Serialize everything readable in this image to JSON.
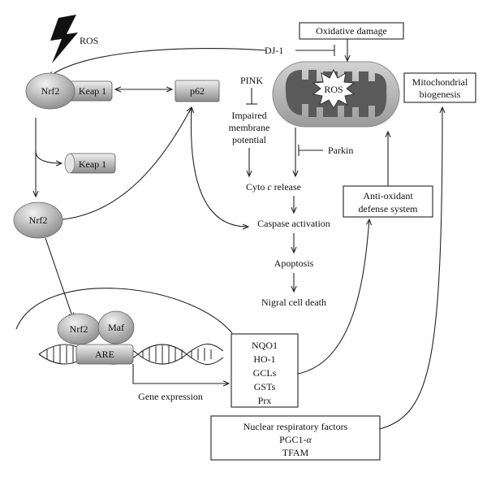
{
  "colors": {
    "line": "#222222",
    "node_light": "#e6e6e6",
    "node_dark": "#8a8a8a",
    "mito_outer": "#b8b8b8",
    "mito_inner": "#5a5a5a"
  },
  "labels": {
    "ros_top": "ROS",
    "dj1": "DJ-1",
    "oxidative_damage": "Oxidative damage",
    "nrf2_top": "Nrf2",
    "keap1_top": "Keap 1",
    "p62": "p62",
    "pink": "PINK",
    "ros_mito": "ROS",
    "mito_biogenesis_1": "Mitochondrial",
    "mito_biogenesis_2": "biogenesis",
    "impaired_1": "Impaired",
    "impaired_2": "membrane",
    "impaired_3": "potential",
    "keap1_free": "Keap 1",
    "parkin": "Parkin",
    "cyto_c_a": "Cyto ",
    "cyto_c_b": "c",
    "cyto_c_c": " release",
    "antioxidant_1": "Anti-oxidant",
    "antioxidant_2": "defense system",
    "nrf2_mid": "Nrf2",
    "caspase": "Caspase activation",
    "apoptosis": "Apoptosis",
    "nigral": "Nigral cell death",
    "nrf2_bound": "Nrf2",
    "maf": "Maf",
    "are": "ARE",
    "genes": [
      "NQO1",
      "HO-1",
      "GCLs",
      "GSTs",
      "Prx"
    ],
    "gene_expression": "Gene expression",
    "nrf_1": "Nuclear respiratory factors",
    "nrf_2a": "PGC1-",
    "nrf_2b": "α",
    "nrf_3": "TFAM"
  },
  "icons": {
    "lightning": "lightning-bolt-icon",
    "starburst": "starburst-icon"
  }
}
